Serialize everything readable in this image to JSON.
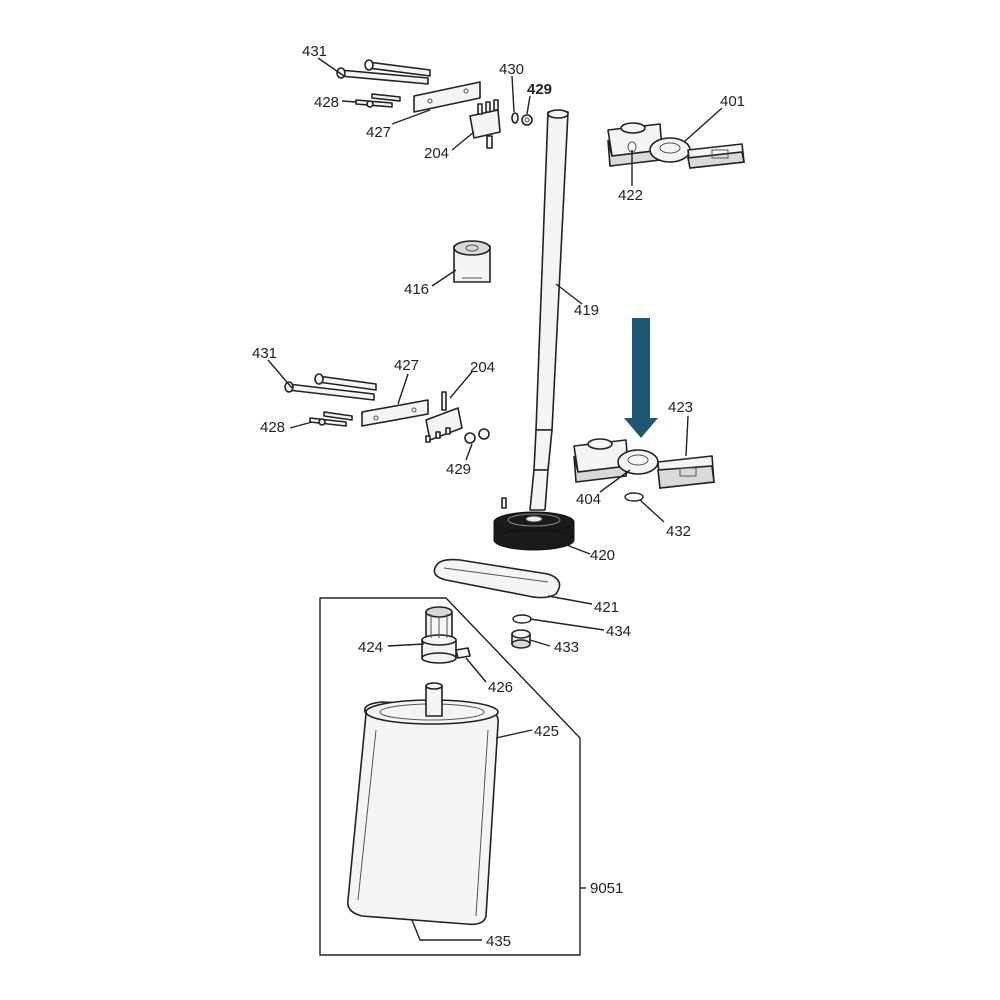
{
  "labels": {
    "p431_top": "431",
    "p428_top": "428",
    "p427_top": "427",
    "p204_top": "204",
    "p430": "430",
    "p429_top": "429",
    "p401": "401",
    "p422": "422",
    "p416": "416",
    "p419": "419",
    "p431_mid": "431",
    "p427_mid": "427",
    "p204_mid": "204",
    "p428_mid": "428",
    "p429_mid": "429",
    "p423": "423",
    "p404": "404",
    "p432": "432",
    "p420": "420",
    "p421": "421",
    "p434": "434",
    "p424": "424",
    "p433": "433",
    "p426": "426",
    "p425": "425",
    "p9051": "9051",
    "p435": "435"
  },
  "colors": {
    "arrow": "#1f5773",
    "line": "#222222",
    "gear": "#1a1a1a"
  },
  "icons": {
    "highlight": "down-arrow-icon"
  }
}
